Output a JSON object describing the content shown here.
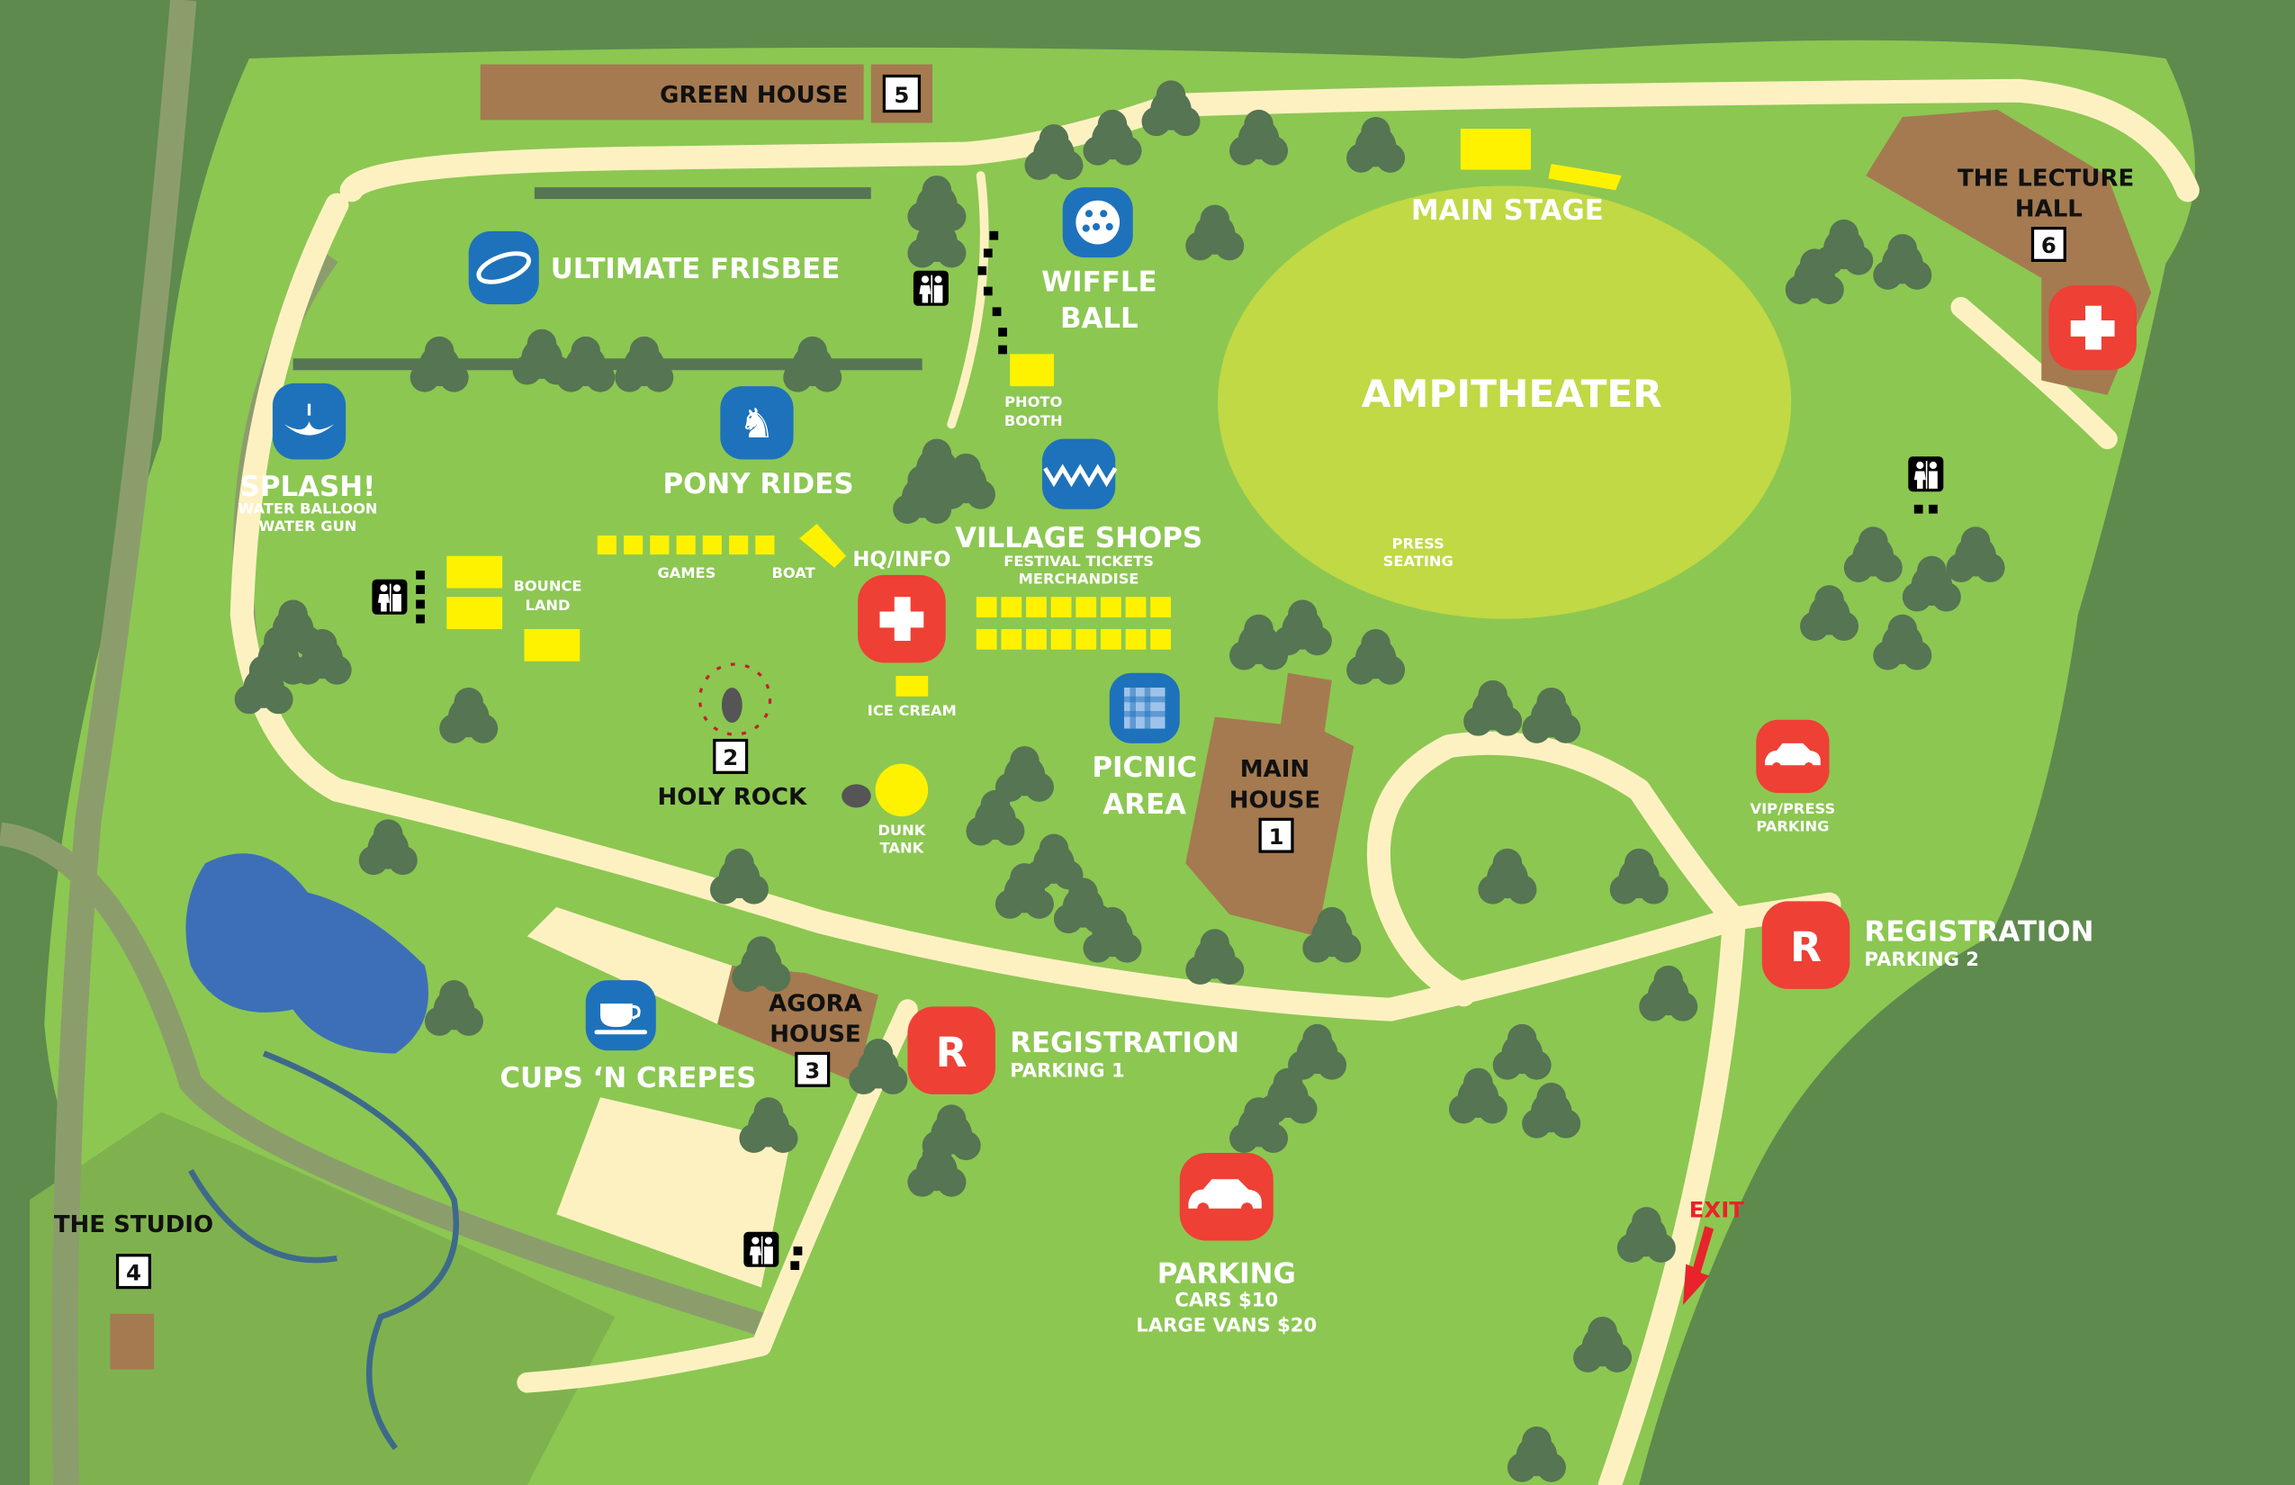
{
  "colors": {
    "grass": "#8cc752",
    "forest": "#5e8a4e",
    "tree": "#557553",
    "path": "#fdf1c2",
    "amphitheater": "#c0d944",
    "activity_blue": "#1e72bb",
    "medical_red": "#ee4035",
    "building": "#a57a50",
    "booth_yellow": "#fff200",
    "pond": "#3d6fb8"
  },
  "places": {
    "green_house": {
      "name": "GREEN HOUSE",
      "number": "5"
    },
    "lecture_hall": {
      "line1": "THE LECTURE",
      "line2": "HALL",
      "number": "6"
    },
    "main_house": {
      "line1": "MAIN",
      "line2": "HOUSE",
      "number": "1"
    },
    "agora_house": {
      "line1": "AGORA",
      "line2": "HOUSE",
      "number": "3"
    },
    "the_studio": {
      "name": "THE STUDIO",
      "number": "4"
    },
    "holy_rock": {
      "name": "HOLY ROCK",
      "number": "2"
    }
  },
  "activities": {
    "ultimate_frisbee": {
      "name": "ULTIMATE FRISBEE",
      "icon": "frisbee-icon"
    },
    "wiffle_ball": {
      "line1": "WIFFLE",
      "line2": "BALL",
      "icon": "wiffle-ball-icon"
    },
    "splash": {
      "name": "SPLASH!",
      "sub1": "WATER BALLOON",
      "sub2": "WATER GUN",
      "icon": "water-splash-icon"
    },
    "pony_rides": {
      "name": "PONY RIDES",
      "icon": "horse-icon"
    },
    "village_shops": {
      "name": "VILLAGE SHOPS",
      "sub1": "FESTIVAL TICKETS",
      "sub2": "MERCHANDISE",
      "icon": "bunting-icon"
    },
    "picnic_area": {
      "line1": "PICNIC",
      "line2": "AREA",
      "icon": "picnic-blanket-icon"
    },
    "cups_n_crepes": {
      "name": "CUPS ‘N CREPES",
      "icon": "coffee-cup-icon"
    },
    "main_stage": {
      "name": "MAIN STAGE"
    },
    "amphitheater": {
      "name": "AMPITHEATER"
    },
    "press_seating": {
      "line1": "PRESS",
      "line2": "SEATING"
    },
    "photo_booth": {
      "line1": "PHOTO",
      "line2": "BOOTH"
    },
    "bounce_land": {
      "line1": "BOUNCE",
      "line2": "LAND"
    },
    "games": {
      "name": "GAMES"
    },
    "boat": {
      "name": "BOAT"
    },
    "hq_info": {
      "name": "HQ/INFO",
      "icon": "first-aid-cross-icon"
    },
    "ice_cream": {
      "name": "ICE CREAM"
    },
    "dunk_tank": {
      "line1": "DUNK",
      "line2": "TANK"
    }
  },
  "parking": {
    "registration_1": {
      "title": "REGISTRATION",
      "sub": "PARKING 1",
      "icon_letter": "R"
    },
    "registration_2": {
      "title": "REGISTRATION",
      "sub": "PARKING 2",
      "icon_letter": "R"
    },
    "vip_press": {
      "line1": "VIP/PRESS",
      "line2": "PARKING",
      "icon": "car-icon"
    },
    "parking": {
      "title": "PARKING",
      "line1": "CARS $10",
      "line2": "LARGE VANS $20",
      "icon": "car-icon"
    },
    "exit": {
      "label": "EXIT",
      "icon": "arrow-down-icon"
    }
  }
}
